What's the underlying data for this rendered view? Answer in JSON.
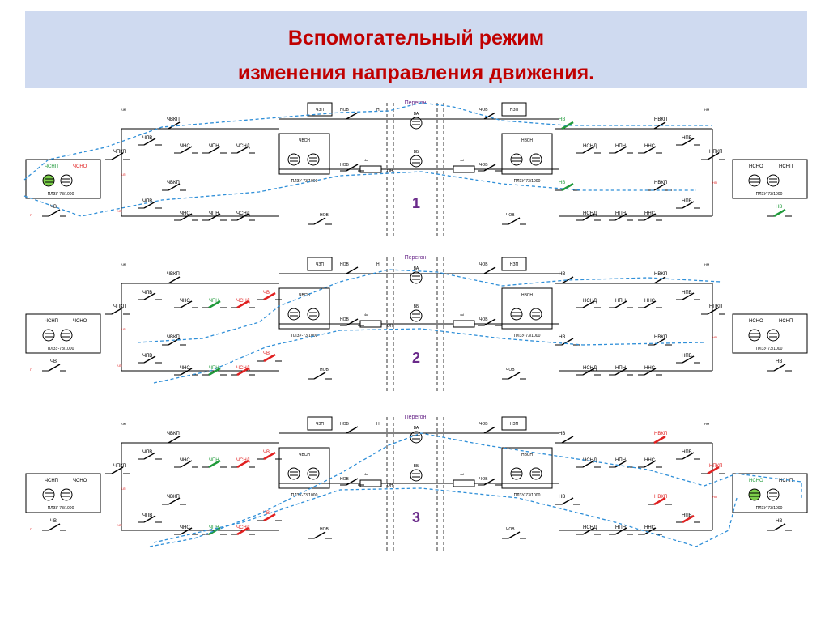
{
  "title": {
    "line1": "Вспомогательный режим",
    "line2": "изменения направления движения."
  },
  "labels": {
    "peregon": "Перегон",
    "relay_chzp": "ЧЗП",
    "relay_nzp": "НЗП",
    "relay_nov": "НОВ",
    "relay_chov": "ЧОВ",
    "relay_h": "Н",
    "relay_oh": "ОН",
    "relay_va": "ВА",
    "relay_vb": "ВБ",
    "relay_chvsn": "ЧВСН",
    "relay_nvsn": "НВСН",
    "block_plzu": "ПЛЗУ-73/1000",
    "relay_chvkp": "ЧВКП",
    "relay_nvkp": "НВКП",
    "relay_chpv": "ЧПВ",
    "relay_npv": "НПВ",
    "relay_chpkp": "ЧПКП",
    "relay_npkp": "НПКП",
    "relay_chns": "ЧНС",
    "relay_nns": "ННС",
    "relay_chpn": "ЧПН",
    "relay_npn": "НПН",
    "relay_chsnd": "ЧСНД",
    "relay_nsnd": "НСНД",
    "relay_chv": "ЧВ",
    "relay_nv": "НВ",
    "relay_chsno": "ЧСНО",
    "relay_nsno": "НСНО",
    "relay_chsnp": "ЧСНП",
    "relay_nsnp": "НСНП",
    "relay_chzp2": "ЧЗП",
    "res_4k": "4кI",
    "term_chp": "ЧП",
    "term_chm": "ЧМ",
    "term_np": "НП",
    "term_nm": "НМ",
    "pole_p": "П"
  },
  "panels": [
    {
      "number": "1"
    },
    {
      "number": "2"
    },
    {
      "number": "3"
    }
  ],
  "colors": {
    "title": "#c00000",
    "title_bg": "#cfdaf0",
    "wire": "#000000",
    "path": "#2f8fd8",
    "number": "#6a2a8a",
    "peregon": "#6a2a8a",
    "contact_green": "#1f9a3a",
    "contact_red": "#e02020",
    "lamp_green": "#7ccf4a"
  }
}
